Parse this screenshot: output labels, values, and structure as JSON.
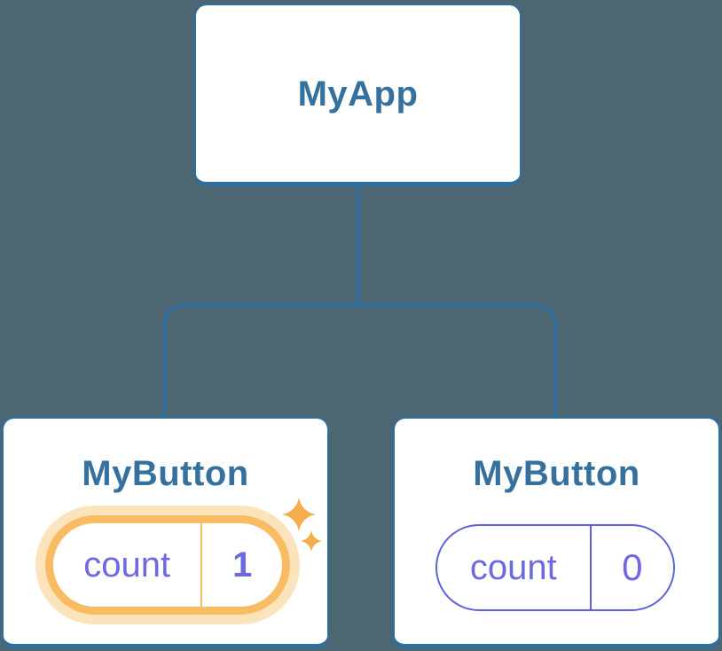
{
  "colors": {
    "background": "#4C6771",
    "connector": "#2E6FA3",
    "node_border": "#2E6FA3",
    "node_bg": "#FFFFFF",
    "heading": "#35719E",
    "purple": "#6B6AE0",
    "purple_border": "#5D62D8",
    "orange": "#F9BC63",
    "orange_glow": "#FBE4BC",
    "sparkle": "#F6AE4D"
  },
  "tree": {
    "root": {
      "label": "MyApp"
    },
    "children": [
      {
        "label": "MyButton",
        "state": {
          "key": "count",
          "value": "1"
        },
        "highlighted": true
      },
      {
        "label": "MyButton",
        "state": {
          "key": "count",
          "value": "0"
        },
        "highlighted": false
      }
    ]
  }
}
